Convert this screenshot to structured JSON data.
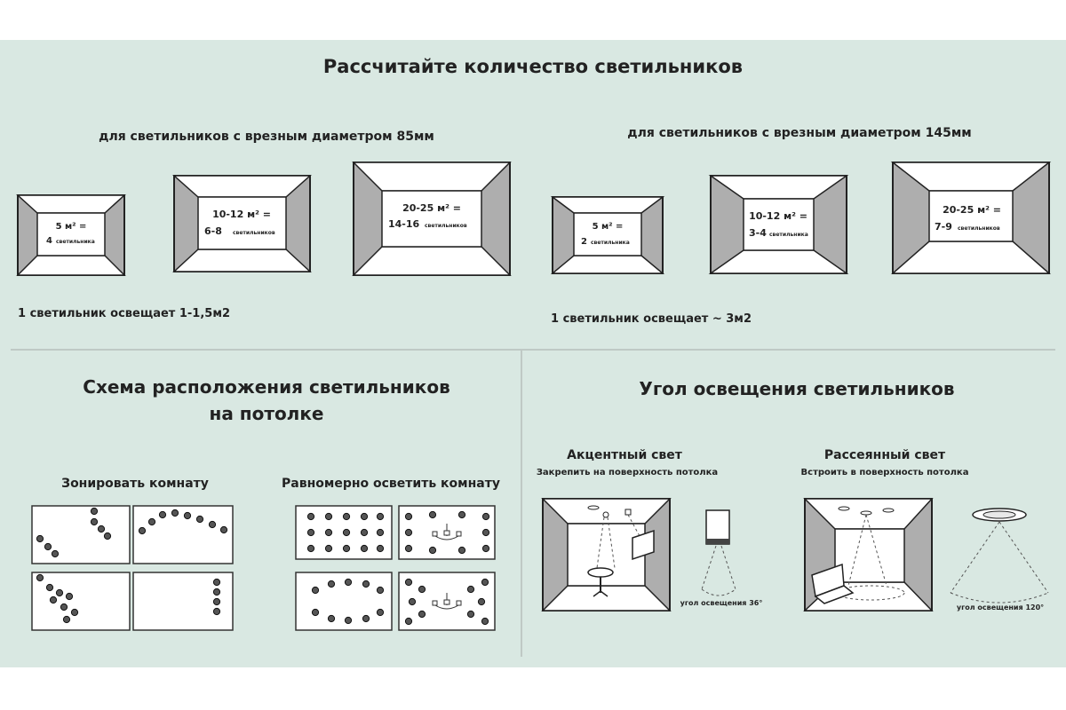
{
  "title": "Рассчитайте количество светильников",
  "calc": {
    "left": {
      "heading": "для светильников с врезным диаметром 85мм",
      "rooms": [
        {
          "area": "5 м² =",
          "count": "4",
          "unit": "светильника"
        },
        {
          "area": "10-12 м² =",
          "count": "6-8",
          "unit": "светильников"
        },
        {
          "area": "20-25 м² =",
          "count": "14-16",
          "unit": "светильников"
        }
      ],
      "footer": "1 светильник освещает   1-1,5м2"
    },
    "right": {
      "heading": "для светильников с врезным диаметром 145мм",
      "rooms": [
        {
          "area": "5 м² =",
          "count": "2",
          "unit": "светильника"
        },
        {
          "area": "10-12 м² =",
          "count": "3-4",
          "unit": "светильника"
        },
        {
          "area": "20-25 м² =",
          "count": "7-9",
          "unit": "светильников"
        }
      ],
      "footer": "1 светильник освещает ~ 3м2"
    }
  },
  "scheme": {
    "title_line1": "Схема расположения светильников",
    "title_line2": "на потолке",
    "zone_label": "Зонировать комнату",
    "even_label": "Равномерно осветить комнату"
  },
  "angle": {
    "title": "Угол освещения светильников",
    "accent": {
      "title": "Акцентный свет",
      "subtitle": "Закрепить на поверхность потолка",
      "angle_label": "угол освещения 36°"
    },
    "diffuse": {
      "title": "Рассеянный свет",
      "subtitle": "Встроить в поверхность потолка",
      "angle_label": "угол освещения 120°"
    }
  },
  "colors": {
    "background": "#d9e8e2",
    "wall": "#ffffff",
    "side_wall": "#aeaeae",
    "outline": "#222222"
  }
}
